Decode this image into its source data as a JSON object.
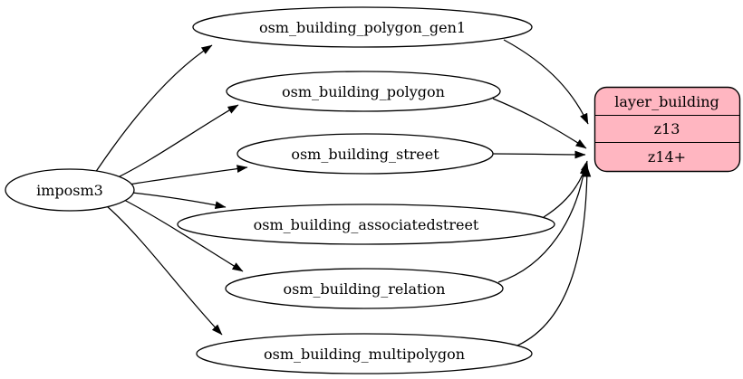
{
  "colors": {
    "background": "#ffffff",
    "node_fill": "#ffffff",
    "record_fill": "#ffb6c1",
    "stroke": "#000000"
  },
  "nodes": {
    "imposm3": {
      "label": "imposm3",
      "shape": "ellipse"
    },
    "osm_building_polygon_gen1": {
      "label": "osm_building_polygon_gen1",
      "shape": "ellipse"
    },
    "osm_building_polygon": {
      "label": "osm_building_polygon",
      "shape": "ellipse"
    },
    "osm_building_street": {
      "label": "osm_building_street",
      "shape": "ellipse"
    },
    "osm_building_associatedstreet": {
      "label": "osm_building_associatedstreet",
      "shape": "ellipse"
    },
    "osm_building_relation": {
      "label": "osm_building_relation",
      "shape": "ellipse"
    },
    "osm_building_multipolygon": {
      "label": "osm_building_multipolygon",
      "shape": "ellipse"
    },
    "layer_building": {
      "title": "layer_building",
      "rows": [
        "z13",
        "z14+"
      ],
      "shape": "record-rounded"
    }
  },
  "edges": [
    {
      "from": "imposm3",
      "to": "osm_building_polygon_gen1"
    },
    {
      "from": "imposm3",
      "to": "osm_building_polygon"
    },
    {
      "from": "imposm3",
      "to": "osm_building_street"
    },
    {
      "from": "imposm3",
      "to": "osm_building_associatedstreet"
    },
    {
      "from": "imposm3",
      "to": "osm_building_relation"
    },
    {
      "from": "imposm3",
      "to": "osm_building_multipolygon"
    },
    {
      "from": "osm_building_polygon_gen1",
      "to": "layer_building row z13"
    },
    {
      "from": "osm_building_polygon",
      "to": "layer_building row z14+"
    },
    {
      "from": "osm_building_street",
      "to": "layer_building row z14+"
    },
    {
      "from": "osm_building_associatedstreet",
      "to": "layer_building row z14+"
    },
    {
      "from": "osm_building_relation",
      "to": "layer_building row z14+"
    },
    {
      "from": "osm_building_multipolygon",
      "to": "layer_building row z14+"
    }
  ]
}
